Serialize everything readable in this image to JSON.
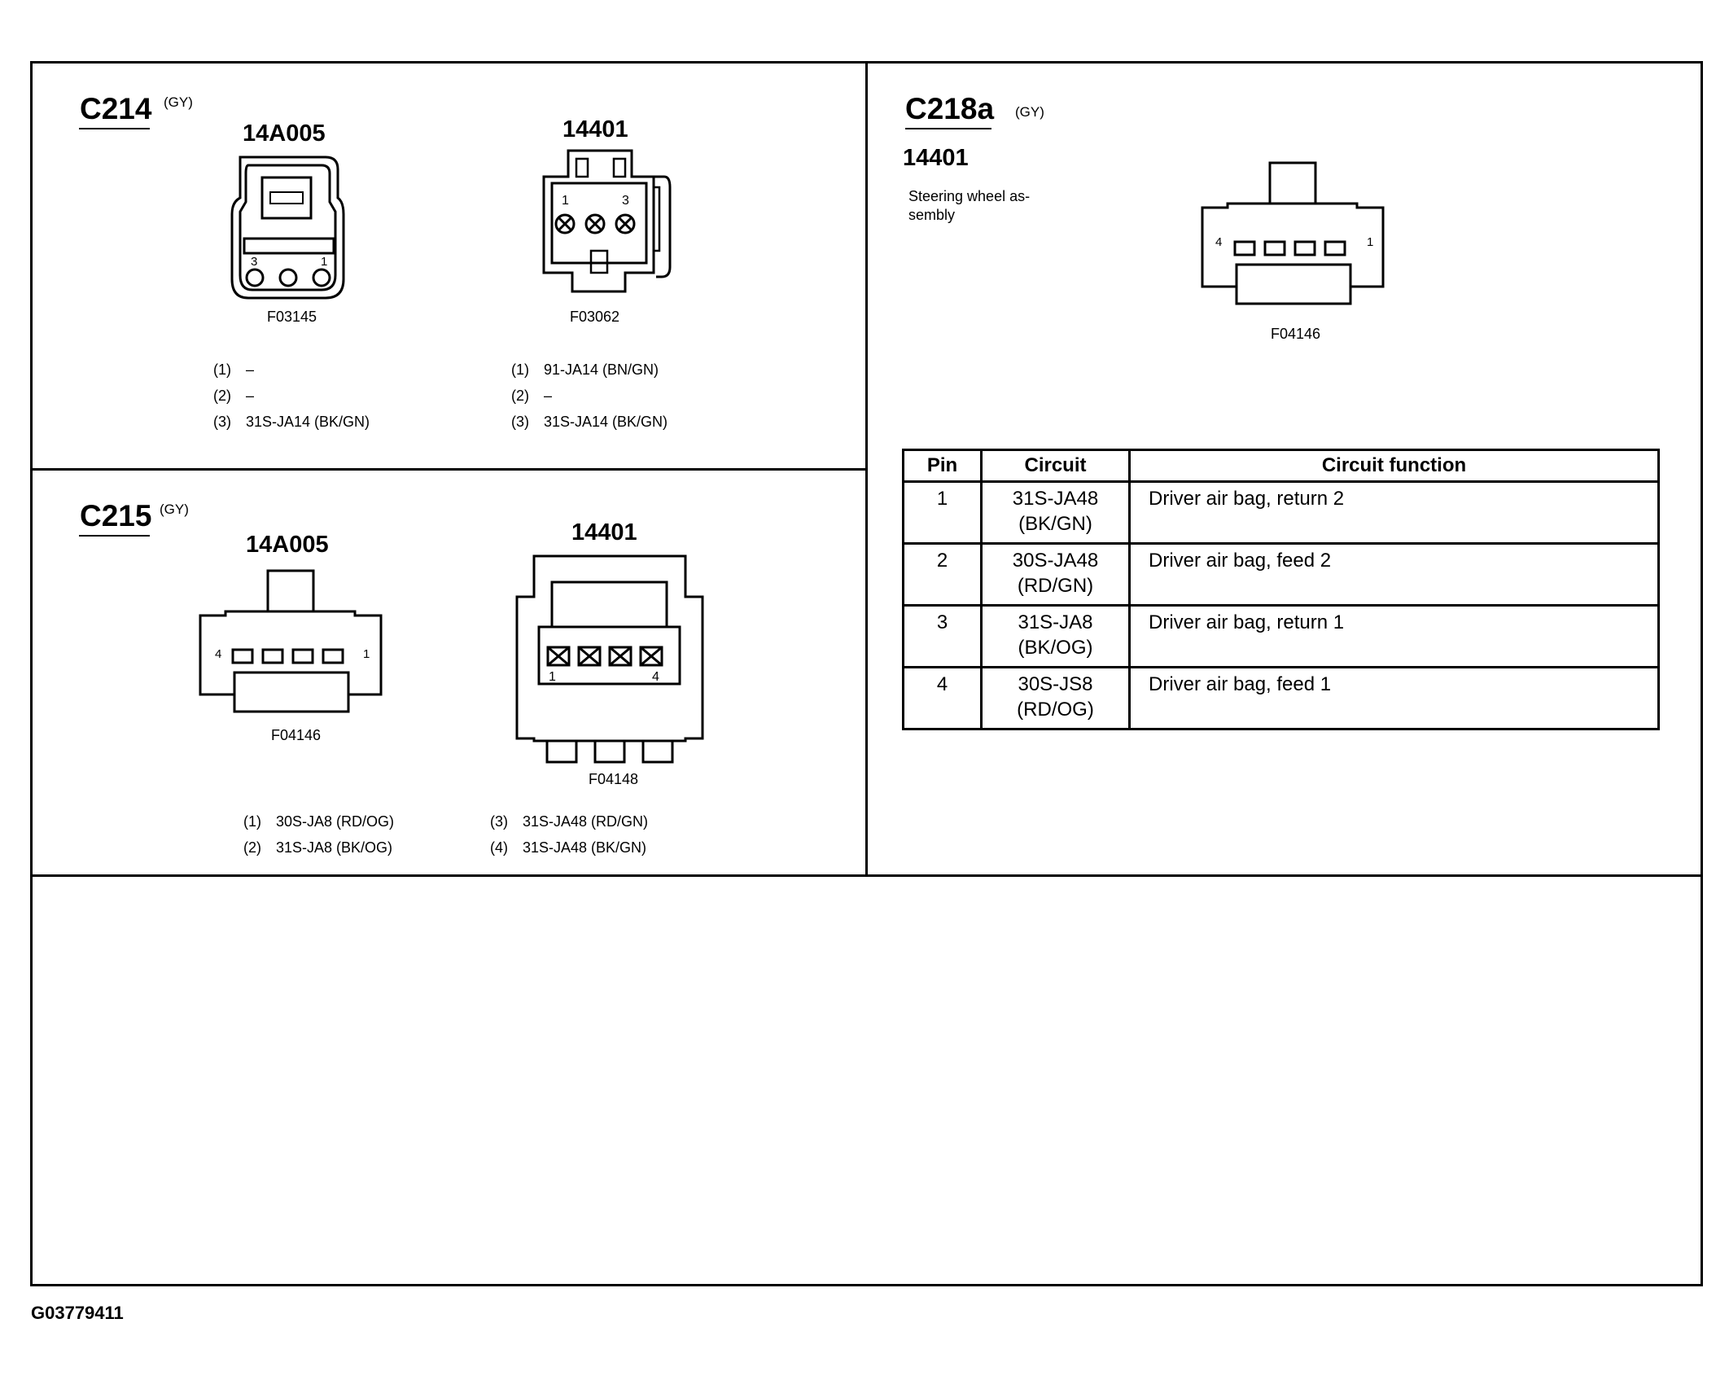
{
  "c214": {
    "id": "C214",
    "color": "(GY)",
    "left": {
      "part": "14A005",
      "pin_1": "1",
      "pin_3": "3",
      "figure": "F03145",
      "pins": [
        {
          "num": "(1)",
          "circuit": "–"
        },
        {
          "num": "(2)",
          "circuit": "–"
        },
        {
          "num": "(3)",
          "circuit": "31S-JA14 (BK/GN)"
        }
      ]
    },
    "right": {
      "part": "14401",
      "pin_1": "1",
      "pin_3": "3",
      "figure": "F03062",
      "pins": [
        {
          "num": "(1)",
          "circuit": "91-JA14 (BN/GN)"
        },
        {
          "num": "(2)",
          "circuit": "–"
        },
        {
          "num": "(3)",
          "circuit": "31S-JA14 (BK/GN)"
        }
      ]
    }
  },
  "c215": {
    "id": "C215",
    "color": "(GY)",
    "left": {
      "part": "14A005",
      "pin_left": "4",
      "pin_right": "1",
      "figure": "F04146"
    },
    "right": {
      "part": "14401",
      "pin_left": "1",
      "pin_right": "4",
      "figure": "F04148"
    },
    "pins": [
      {
        "num": "(1)",
        "circuit": "30S-JA8 (RD/OG)"
      },
      {
        "num": "(2)",
        "circuit": "31S-JA8 (BK/OG)"
      },
      {
        "num": "(3)",
        "circuit": "31S-JA48 (RD/GN)"
      },
      {
        "num": "(4)",
        "circuit": "31S-JA48 (BK/GN)"
      }
    ]
  },
  "c218a": {
    "id": "C218a",
    "color": "(GY)",
    "part": "14401",
    "description_line1": "Steering wheel as-",
    "description_line2": "sembly",
    "pin_left": "4",
    "pin_right": "1",
    "figure": "F04146",
    "table": {
      "headers": [
        "Pin",
        "Circuit",
        "Circuit function"
      ],
      "rows": [
        {
          "pin": "1",
          "circuit_1": "31S-JA48",
          "circuit_2": "(BK/GN)",
          "function": "Driver air bag, return 2"
        },
        {
          "pin": "2",
          "circuit_1": "30S-JA48",
          "circuit_2": "(RD/GN)",
          "function": "Driver air bag, feed 2"
        },
        {
          "pin": "3",
          "circuit_1": "31S-JA8",
          "circuit_2": "(BK/OG)",
          "function": "Driver air bag, return 1"
        },
        {
          "pin": "4",
          "circuit_1": "30S-JS8",
          "circuit_2": "(RD/OG)",
          "function": "Driver air bag, feed 1"
        }
      ]
    }
  },
  "document_id": "G03779411"
}
